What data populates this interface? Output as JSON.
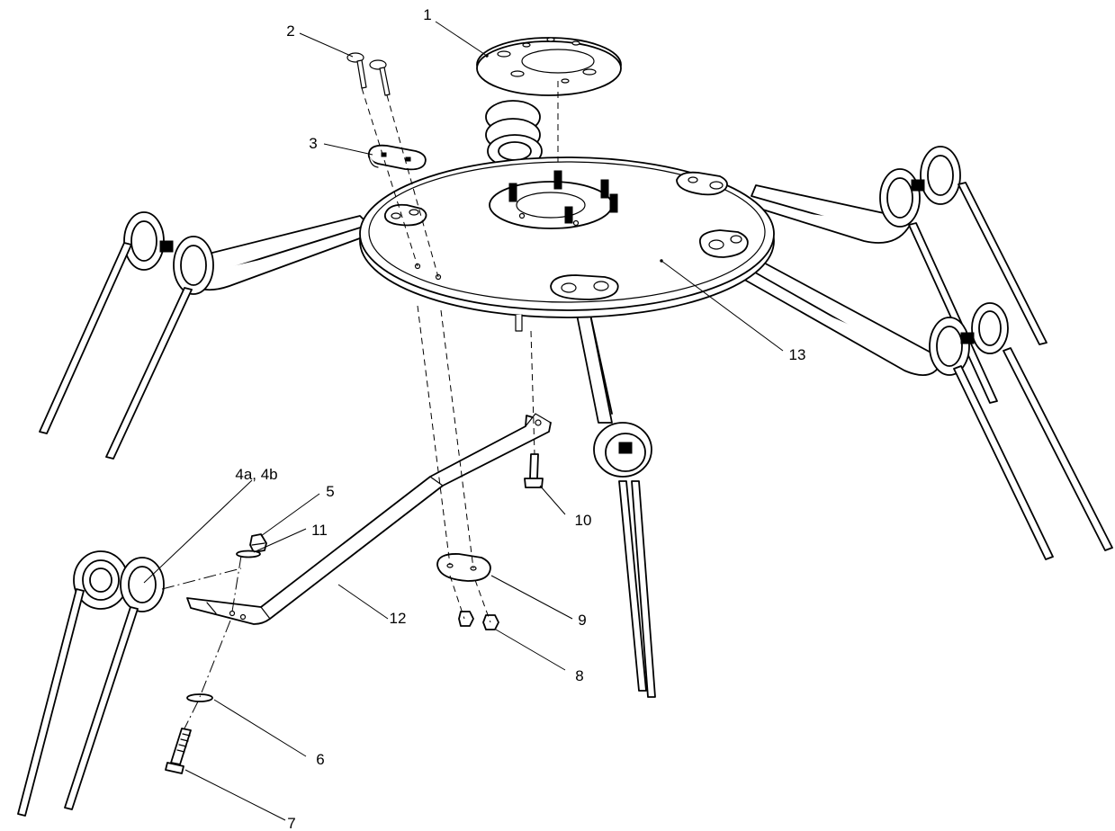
{
  "diagram": {
    "type": "exploded-parts-view",
    "callouts": [
      {
        "id": "c1",
        "text": "1"
      },
      {
        "id": "c2",
        "text": "2"
      },
      {
        "id": "c3",
        "text": "3"
      },
      {
        "id": "c4",
        "text": "4a, 4b"
      },
      {
        "id": "c5",
        "text": "5"
      },
      {
        "id": "c6",
        "text": "6"
      },
      {
        "id": "c7",
        "text": "7"
      },
      {
        "id": "c8",
        "text": "8"
      },
      {
        "id": "c9",
        "text": "9"
      },
      {
        "id": "c10",
        "text": "10"
      },
      {
        "id": "c11",
        "text": "11"
      },
      {
        "id": "c12",
        "text": "12"
      },
      {
        "id": "c13",
        "text": "13"
      }
    ],
    "colors": {
      "line": "#000000",
      "background": "#ffffff"
    }
  }
}
